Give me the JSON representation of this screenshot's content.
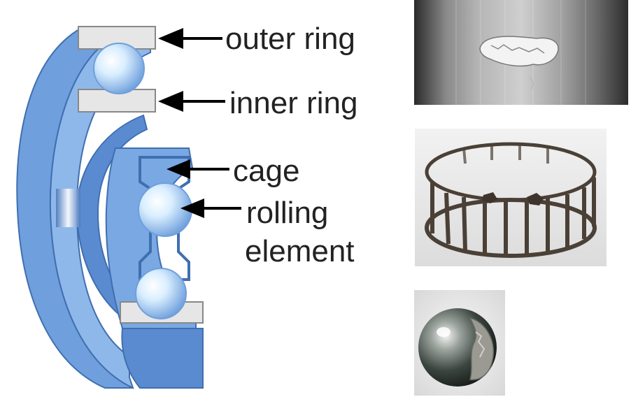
{
  "diagram": {
    "labels": {
      "outer_ring": "outer ring",
      "inner_ring": "inner ring",
      "cage": "cage",
      "rolling_1": "rolling",
      "rolling_2": "element"
    }
  },
  "photos": [
    {
      "name": "raceway-spall-photo"
    },
    {
      "name": "broken-cage-photo"
    },
    {
      "name": "damaged-ball-photo"
    }
  ],
  "colors": {
    "bearing_blue": "#6f9fdc",
    "bearing_dark": "#3f6fb0",
    "ball_light": "#d9eeff",
    "arrow": "#000000"
  }
}
